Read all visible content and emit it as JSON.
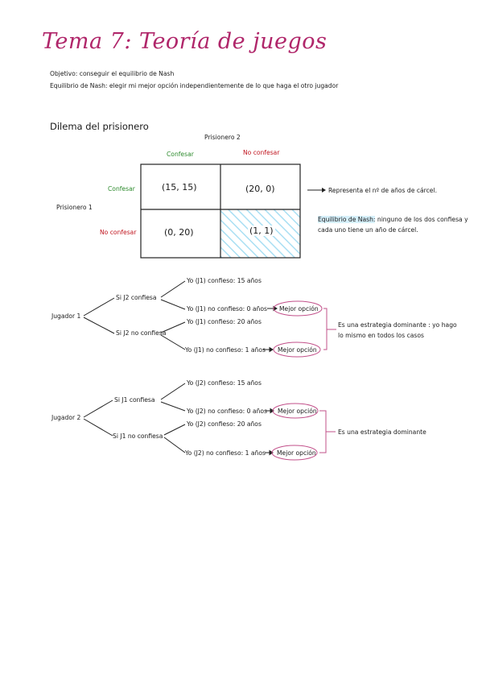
{
  "title": "Tema 7: Teoría de juegos",
  "intro": {
    "line1": "Objetivo: conseguir el equilibrio de Nash",
    "line2": "Equilibrio de Nash: elegir mi mejor opción independientemente de lo que haga el otro jugador"
  },
  "dilema": {
    "heading": "Dilema del prisionero",
    "player2": "Prisionero 2",
    "player1": "Prisionero 1",
    "col_confesar": "Confesar",
    "col_no_confesar": "No confesar",
    "row_confesar": "Confesar",
    "row_no_confesar": "No confesar",
    "cells": [
      "(15, 15)",
      "(20, 0)",
      "(0, 20)",
      "(1, 1)"
    ],
    "note_arrow": "Representa el nº de años de cárcel.",
    "nash_label": "Equilibrio de Nash:",
    "nash_text1": "ninguno de los dos confiesa y",
    "nash_text2": "cada uno tiene un año de cárcel."
  },
  "tree1": {
    "root": "Jugador 1",
    "branch_a": "Si J2 confiesa",
    "branch_b": "Si J2 no confiesa",
    "leaf_a1": "Yo (J1) confieso: 15 años",
    "leaf_a2": "Yo (J1) no confieso: 0 años",
    "leaf_b1": "Yo (J1) confieso: 20 años",
    "leaf_b2": "Yo (J1) no confieso: 1 años",
    "best_a": "Mejor opción",
    "best_b": "Mejor opción",
    "conclusion1": "Es una estrategia dominante : yo hago",
    "conclusion2": "lo mismo en todos los casos"
  },
  "tree2": {
    "root": "Jugador 2",
    "branch_a": "Si J1 confiesa",
    "branch_b": "Si J1 no confiesa",
    "leaf_a1": "Yo (J2) confieso: 15 años",
    "leaf_a2": "Yo (J2) no confieso: 0 años",
    "leaf_b1": "Yo (J2) confieso: 20 años",
    "leaf_b2": "Yo (J2) no confieso: 1 años",
    "best_a": "Mejor opción",
    "best_b": "Mejor opción",
    "conclusion": "Es una estrategia dominante"
  },
  "colors": {
    "title": "#b0266a",
    "green": "#2e8b2e",
    "red": "#c0141e",
    "pill": "#c2508a",
    "hatch": "#a9dff3"
  }
}
